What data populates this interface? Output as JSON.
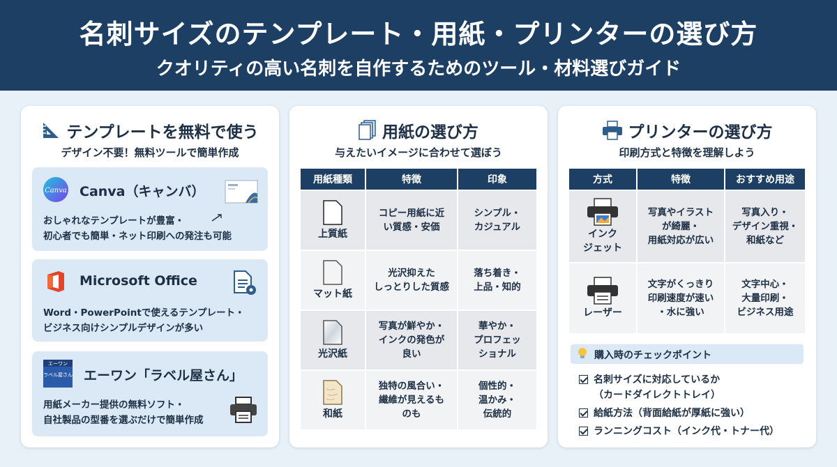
{
  "header": {
    "title": "名刺サイズのテンプレート・用紙・プリンターの選び方",
    "subtitle": "クオリティの高い名刺を自作するためのツール・材料選びガイド"
  },
  "templates": {
    "title": "テンプレートを無料で使う",
    "subtitle": "デザイン不要！無料ツールで簡単作成",
    "cards": [
      {
        "logo_text": "Canva",
        "name": "Canva（キャンバ）",
        "line1": "おしゃれなテンプレートが豊富・",
        "line2": "初心者でも簡単・ネット印刷への発注も可能"
      },
      {
        "name": "Microsoft Office",
        "line1": "Word・PowerPointで使えるテンプレート・",
        "line2": "ビジネス向けシンプルデザインが多い"
      },
      {
        "logo_top": "エーワン",
        "logo_main": "「ラベル屋さん」",
        "name": "エーワン「ラベル屋さん」",
        "line1": "用紙メーカー提供の無料ソフト・",
        "line2": "自社製品の型番を選ぶだけで簡単作成"
      }
    ]
  },
  "paper": {
    "title": "用紙の選び方",
    "subtitle": "与えたいイメージに合わせて選ぼう",
    "headers": [
      "用紙種類",
      "特徴",
      "印象"
    ],
    "rows": [
      {
        "type": "上質紙",
        "feature1": "コピー用紙に近",
        "feature2": "い質感・安価",
        "feature3": "",
        "impression1": "シンプル・",
        "impression2": "カジュアル",
        "impression3": ""
      },
      {
        "type": "マット紙",
        "feature1": "光沢抑えた",
        "feature2": "しっとりした質感",
        "feature3": "",
        "impression1": "落ち着き・",
        "impression2": "上品・知的",
        "impression3": ""
      },
      {
        "type": "光沢紙",
        "feature1": "写真が鮮やか・",
        "feature2": "インクの発色が",
        "feature3": "良い",
        "impression1": "華やか・",
        "impression2": "プロフェッ",
        "impression3": "ショナル"
      },
      {
        "type": "和紙",
        "feature1": "独特の風合い・",
        "feature2": "繊維が見えるも",
        "feature3": "のも",
        "impression1": "個性的・",
        "impression2": "温かみ・",
        "impression3": "伝統的"
      }
    ]
  },
  "printer": {
    "title": "プリンターの選び方",
    "subtitle": "印刷方式と特徴を理解しよう",
    "headers": [
      "方式",
      "特徴",
      "おすすめ用途"
    ],
    "rows": [
      {
        "type1": "インク",
        "type2": "ジェット",
        "feature1": "写真やイラスト",
        "feature2": "が綺麗・",
        "feature3": "用紙対応が広い",
        "use1": "写真入り・",
        "use2": "デザイン重視・",
        "use3": "和紙など"
      },
      {
        "type1": "レーザー",
        "type2": "",
        "feature1": "文字がくっきり",
        "feature2": "印刷速度が速い",
        "feature3": "・水に強い",
        "use1": "文字中心・",
        "use2": "大量印刷・",
        "use3": "ビジネス用途"
      }
    ],
    "check_title": "購入時のチェックポイント",
    "checks": [
      {
        "line1": "名刺サイズに対応しているか",
        "line2": "（カードダイレクトトレイ）"
      },
      {
        "line1": "給紙方法（背面給紙が厚紙に強い）",
        "line2": ""
      },
      {
        "line1": "ランニングコスト（インク代・トナー代）",
        "line2": ""
      }
    ]
  },
  "colors": {
    "navy": "#1d3f63",
    "card_bg": "#dbe8f6",
    "page_bg": "#e8f0f8"
  }
}
